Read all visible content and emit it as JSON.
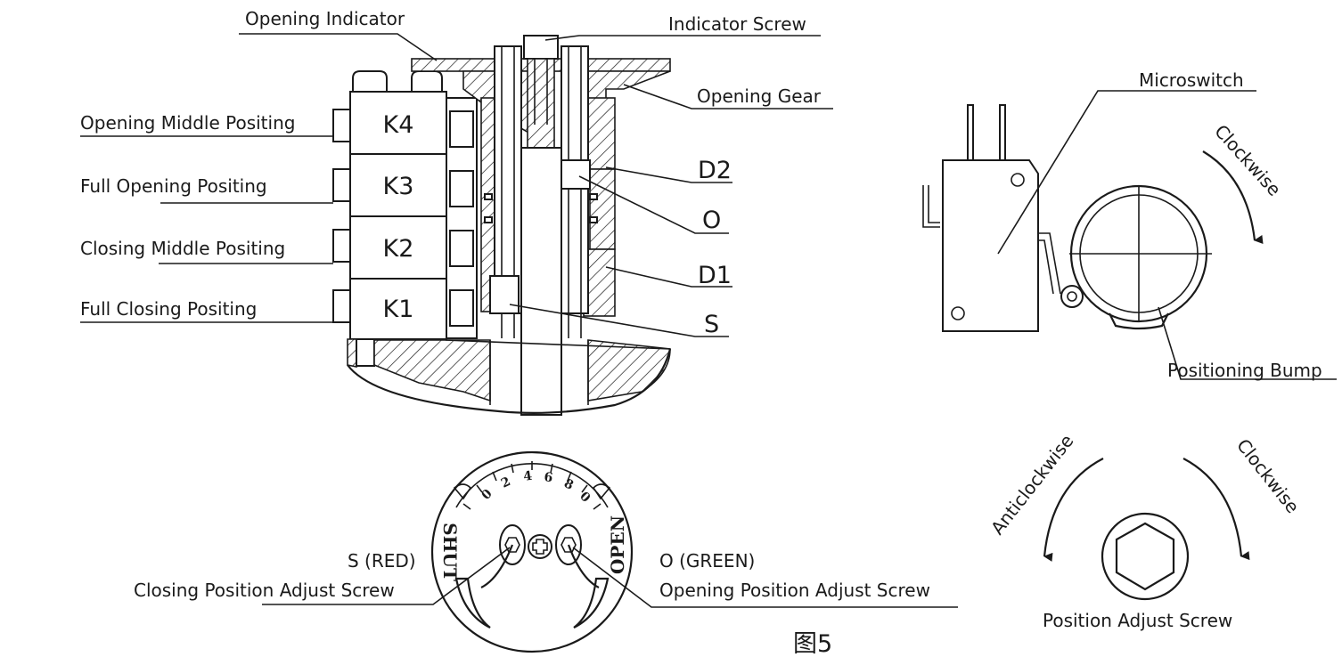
{
  "labels": {
    "opening_indicator": "Opening Indicator",
    "indicator_screw": "Indicator Screw",
    "opening_gear": "Opening Gear",
    "opening_middle": "Opening Middle Positing",
    "full_opening": "Full Opening Positing",
    "closing_middle": "Closing Middle Positing",
    "full_closing": "Full Closing Positing",
    "d2": "D2",
    "o": "O",
    "d1": "D1",
    "s": "S",
    "microswitch": "Microswitch",
    "clockwise_top": "Clockwise",
    "positioning_bump": "Positioning Bump",
    "anticlockwise": "Anticlockwise",
    "clockwise_bottom": "Clockwise",
    "position_adjust_screw": "Position Adjust Screw",
    "s_red": "S (RED)",
    "closing_adjust": "Closing Position Adjust Screw",
    "o_green": "O (GREEN)",
    "opening_adjust": "Opening Position Adjust Screw",
    "figure": "图5"
  },
  "switches": [
    "K4",
    "K3",
    "K2",
    "K1"
  ],
  "dial": {
    "shut": "SHUT",
    "open": "OPEN",
    "scale": [
      "0",
      "2",
      "4",
      "6",
      "8",
      "0"
    ]
  }
}
